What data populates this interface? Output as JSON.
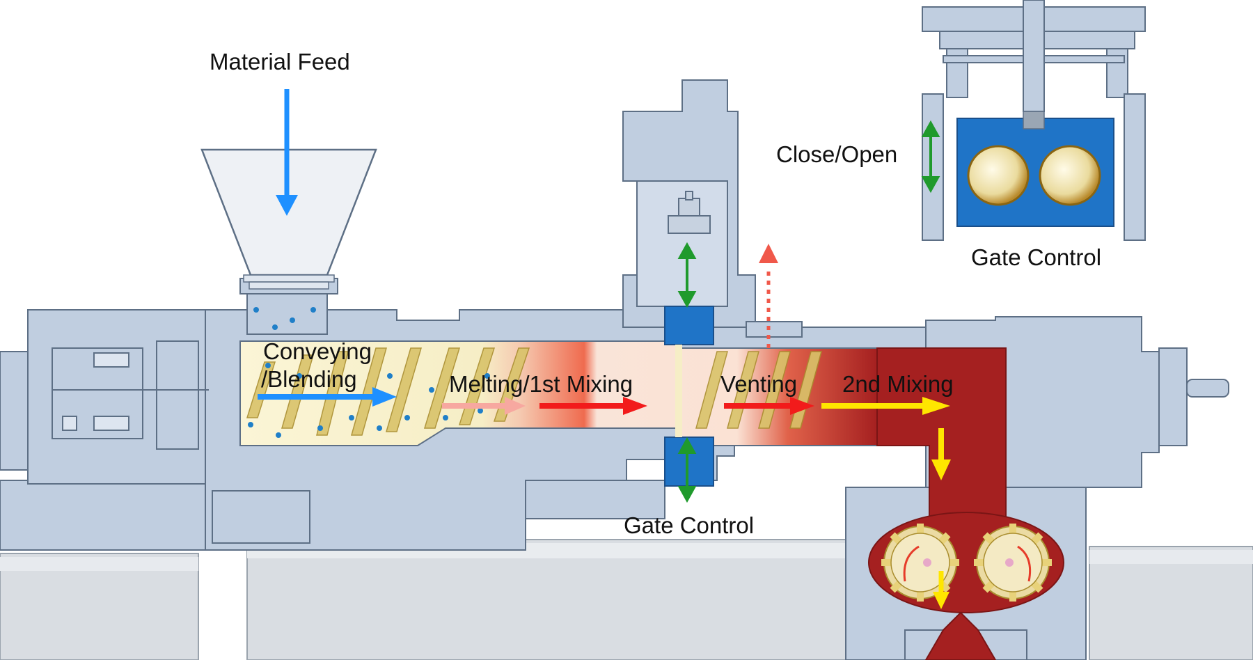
{
  "labels": {
    "material_feed": "Material Feed",
    "conveying_line1": "Conveying",
    "conveying_line2": "/Blending",
    "melting": "Melting/1st Mixing",
    "venting": "Venting",
    "second_mixing": "2nd Mixing",
    "gate_control_main": "Gate Control",
    "gate_control_inset": "Gate Control",
    "close_open": "Close/Open"
  },
  "colors": {
    "machine_body": "#c0cee0",
    "machine_outline": "#5d6f85",
    "base_rail": "#d9dde2",
    "feed_arrow": "#1e90ff",
    "pellet": "#1f7fc8",
    "screw_gold": "#e8d27a",
    "melt_orange": "#ef6b4f",
    "melt_red": "#a52020",
    "gate_blue": "#1f74c7",
    "green_arrow": "#1f9a2c",
    "red_arrow": "#f21b1b",
    "yellow_arrow": "#ffe600",
    "pink_arrow": "#f7a8a0",
    "vent_arrow": "#f0584a"
  },
  "icons": {
    "hopper": "hopper-icon",
    "gear_pump": "gear-pump-icon",
    "gate_valve": "gate-valve-icon"
  }
}
